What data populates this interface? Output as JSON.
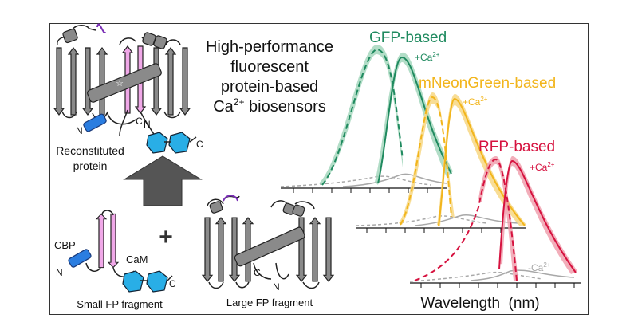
{
  "title": {
    "line1": "High-performance",
    "line2": "fluorescent",
    "line3": "protein-based",
    "line4_main": "Ca",
    "line4_sup": "2+",
    "line4_tail": " biosensors"
  },
  "labels": {
    "reconstituted_1": "Reconstituted",
    "reconstituted_2": "protein",
    "small_fragment": "Small FP fragment",
    "large_fragment": "Large FP fragment",
    "cbp": "CBP",
    "cam": "CaM",
    "n_terminus": "N",
    "c_terminus": "C",
    "plus": "+"
  },
  "spectra": {
    "gfp_label": "GFP-based",
    "mng_label": "mNeonGreen-based",
    "rfp_label": "RFP-based",
    "ca_plus": "+Ca",
    "ca_minus": "-Ca",
    "ca_sup": "2+",
    "xlabel": "Wavelength  (nm)"
  },
  "colors": {
    "gfp": "#1f8a5f",
    "gfp_band": "#9fd4b9",
    "mng": "#f2b51c",
    "mng_band": "#f7d98a",
    "rfp": "#d6123f",
    "rfp_band": "#ef9aa9",
    "gray": "#a8a8a8",
    "strand": "#8a8a8a",
    "pink": "#f0a8e8",
    "blue": "#2a7de0",
    "cyan": "#29aee6",
    "purple": "#7a2fb5"
  }
}
